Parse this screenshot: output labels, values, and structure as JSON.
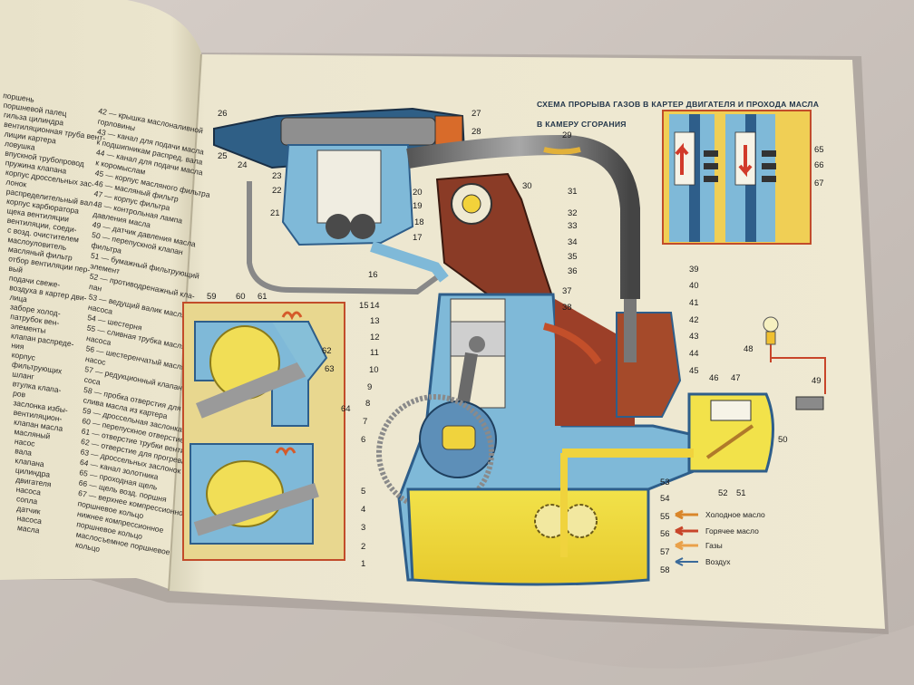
{
  "heading": {
    "line1": "СХЕМА ПРОРЫВА ГАЗОВ В КАРТЕР ДВИГАТЕЛЯ И ПРОХОДА МАСЛА",
    "line2": "В КАМЕРУ СГОРАНИЯ"
  },
  "legend": [
    {
      "label": "Холодное масло",
      "color": "#d9862a"
    },
    {
      "label": "Горячее масло",
      "color": "#c8452a"
    },
    {
      "label": "Газы",
      "color": "#e9a14a"
    },
    {
      "label": "Воздух",
      "color": "#3a6a9a"
    }
  ],
  "left_column": [
    "поршень",
    "поршневой палец",
    "гильза цилиндра",
    "вентиляционная труба вент-",
    "лиции картера",
    "ловушка",
    "впускной трубопровод",
    "пружина клапана",
    "корпус дроссельных зас-",
    "лонок",
    "распределительный вал",
    "корпус карбюратора",
    "щека вентиляции",
    "вентиляции, соеди-",
    "с возд. очистителем",
    "маслоуловитель",
    "масляный фильтр",
    "отбор вентиляции пер-",
    "вый",
    "подачи свеже-",
    "воздуха в картер дви-",
    "лица",
    "заборе холод-",
    "патрубок вен-",
    "элементы",
    "клапан распреде-",
    "ния",
    "корпус",
    "фильтрующих",
    "шланг",
    "втулка клапа-",
    "ров",
    "заслонка избы-",
    "вентиляцион-",
    "клапан масла",
    "масляный",
    "насос",
    "вала",
    "клапана",
    "цилиндра",
    "двигателя",
    "насоса",
    "сопла",
    "датчик",
    "насоса",
    "масла"
  ],
  "mid_legend": [
    "42 — крышка маслоналивной",
    "горловины",
    "43 — канал для подачи масла",
    "к подшипникам распред. вала",
    "44 — канал для подачи масла",
    "к коромыслам",
    "45 — корпус масляного фильтра",
    "46 — масляный фильтр",
    "47 — корпус фильтра",
    "48 — контрольная лампа",
    "давления масла",
    "49 — датчик давления масла",
    "50 — перепускной клапан",
    "фильтра",
    "51 — бумажный фильтрующий",
    "элемент",
    "52 — противодренажный кла-",
    "пан",
    "53 — ведущий валик масляного",
    "насоса",
    "54 — шестерня",
    "55 — сливная трубка масляного",
    "насоса",
    "56 — шестеренчатый масляный",
    "насос",
    "57 — редукционный клапан на-",
    "сосa",
    "58 — пробка отверстия для",
    "слива масла из картера",
    "59 — дроссельная заслонка",
    "60 — перепускное отверстие",
    "61 — отверстие трубки вентиляции",
    "62 — отверстие для прогрева",
    "63 — дроссельных заслонок",
    "64 — канал золотника",
    "65 — проходная щель",
    "66 — щель возд. поршня",
    "67 — верхнее компрессионное",
    "поршневое кольцо",
    "нижнее компрессионное",
    "поршневое кольцо",
    "маслосъемное поршневое",
    "кольцо"
  ],
  "numbers": [
    "1",
    "2",
    "3",
    "4",
    "5",
    "6",
    "7",
    "8",
    "9",
    "10",
    "11",
    "12",
    "13",
    "14",
    "15",
    "16",
    "17",
    "18",
    "19",
    "20",
    "21",
    "22",
    "23",
    "24",
    "25",
    "26",
    "27",
    "28",
    "29",
    "30",
    "31",
    "32",
    "33",
    "34",
    "35",
    "36",
    "37",
    "38",
    "39",
    "40",
    "41",
    "42",
    "43",
    "44",
    "45",
    "46",
    "47",
    "48",
    "49",
    "50",
    "51",
    "52",
    "53",
    "54",
    "55",
    "56",
    "57",
    "58",
    "59",
    "60",
    "61",
    "62",
    "63",
    "64",
    "65",
    "66",
    "67"
  ]
}
